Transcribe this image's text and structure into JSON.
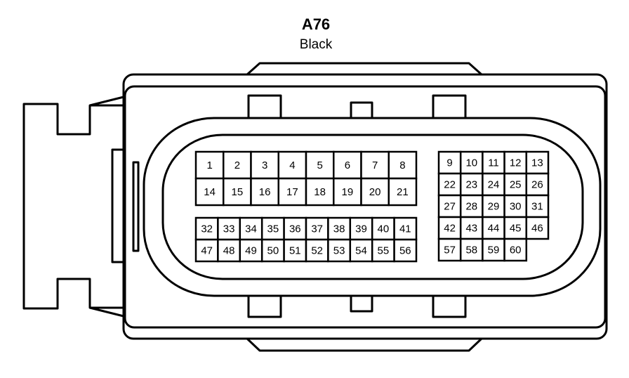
{
  "connector": {
    "id": "A76",
    "color": "Black"
  },
  "pins": {
    "left_upper_row1": [
      "1",
      "2",
      "3",
      "4",
      "5",
      "6",
      "7",
      "8"
    ],
    "left_upper_row2": [
      "14",
      "15",
      "16",
      "17",
      "18",
      "19",
      "20",
      "21"
    ],
    "left_lower_row1": [
      "32",
      "33",
      "34",
      "35",
      "36",
      "37",
      "38",
      "39",
      "40",
      "41"
    ],
    "left_lower_row2": [
      "47",
      "48",
      "49",
      "50",
      "51",
      "52",
      "53",
      "54",
      "55",
      "56"
    ],
    "right_row1": [
      "9",
      "10",
      "11",
      "12",
      "13"
    ],
    "right_row2": [
      "22",
      "23",
      "24",
      "25",
      "26"
    ],
    "right_row3": [
      "27",
      "28",
      "29",
      "30",
      "31"
    ],
    "right_row4": [
      "42",
      "43",
      "44",
      "45",
      "46"
    ],
    "right_row5": [
      "57",
      "58",
      "59",
      "60"
    ]
  }
}
